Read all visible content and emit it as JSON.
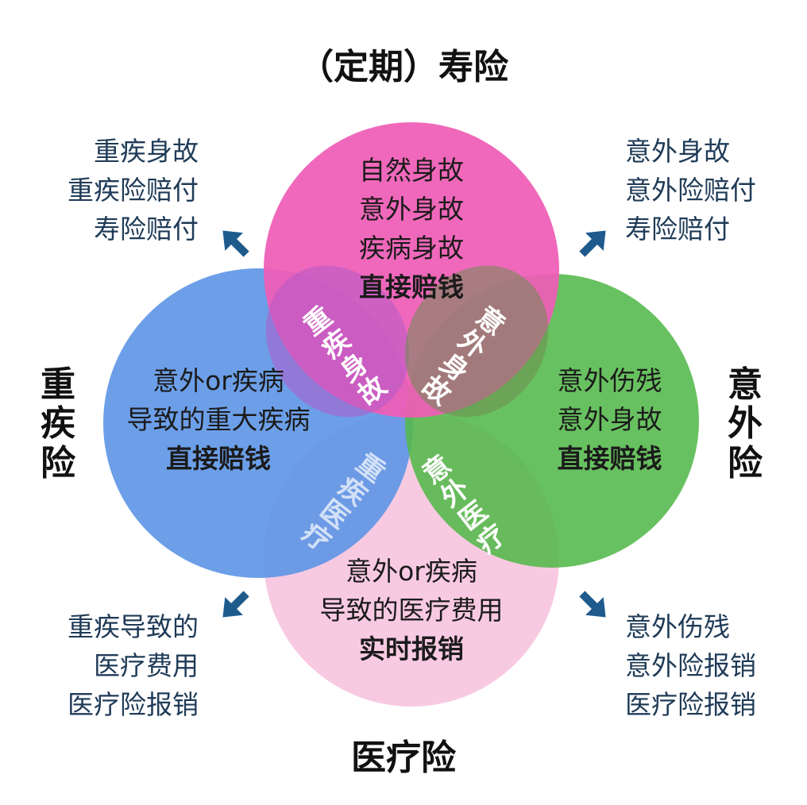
{
  "titles": {
    "top": "（定期）寿险",
    "bottom": "医疗险",
    "left": [
      "重",
      "疾",
      "险"
    ],
    "right": [
      "意",
      "外",
      "险"
    ]
  },
  "circles": {
    "pink": {
      "lines": [
        "自然身故",
        "意外身故",
        "疾病身故"
      ],
      "bold": "直接赔钱",
      "color": "#ef5cb6"
    },
    "blue": {
      "lines": [
        "意外or疾病",
        "导致的重大疾病"
      ],
      "bold": "直接赔钱",
      "color": "#5c95e6"
    },
    "green": {
      "lines": [
        "意外伤残",
        "意外身故"
      ],
      "bold": "直接赔钱",
      "color": "#53b84a"
    },
    "light_pink": {
      "lines": [
        "意外or疾病",
        "导致的医疗费用"
      ],
      "bold": "实时报销",
      "color": "#f7c4df"
    }
  },
  "overlaps": {
    "top_left": [
      "重",
      "疾",
      "身",
      "故"
    ],
    "top_right": [
      "意",
      "外",
      "身",
      "故"
    ],
    "bottom_left": [
      "重",
      "疾",
      "医",
      "疗"
    ],
    "bottom_right": [
      "意",
      "外",
      "医",
      "疗"
    ]
  },
  "corners": {
    "top_left": [
      "重疾身故",
      "重疾险赔付",
      "寿险赔付"
    ],
    "top_right": [
      "意外身故",
      "意外险赔付",
      "寿险赔付"
    ],
    "bottom_left": [
      "重疾导致的",
      "医疗费用",
      "医疗险报销"
    ],
    "bottom_right": [
      "意外伤残",
      "意外险报销",
      "医疗险报销"
    ]
  },
  "icons": {
    "arrow_top_left": "arrow-up-left-icon",
    "arrow_top_right": "arrow-up-right-icon",
    "arrow_bottom_left": "arrow-down-left-icon",
    "arrow_bottom_right": "arrow-down-right-icon"
  },
  "colors": {
    "arrow": "#1e5a8c",
    "corner_text": "#1f3b57"
  }
}
